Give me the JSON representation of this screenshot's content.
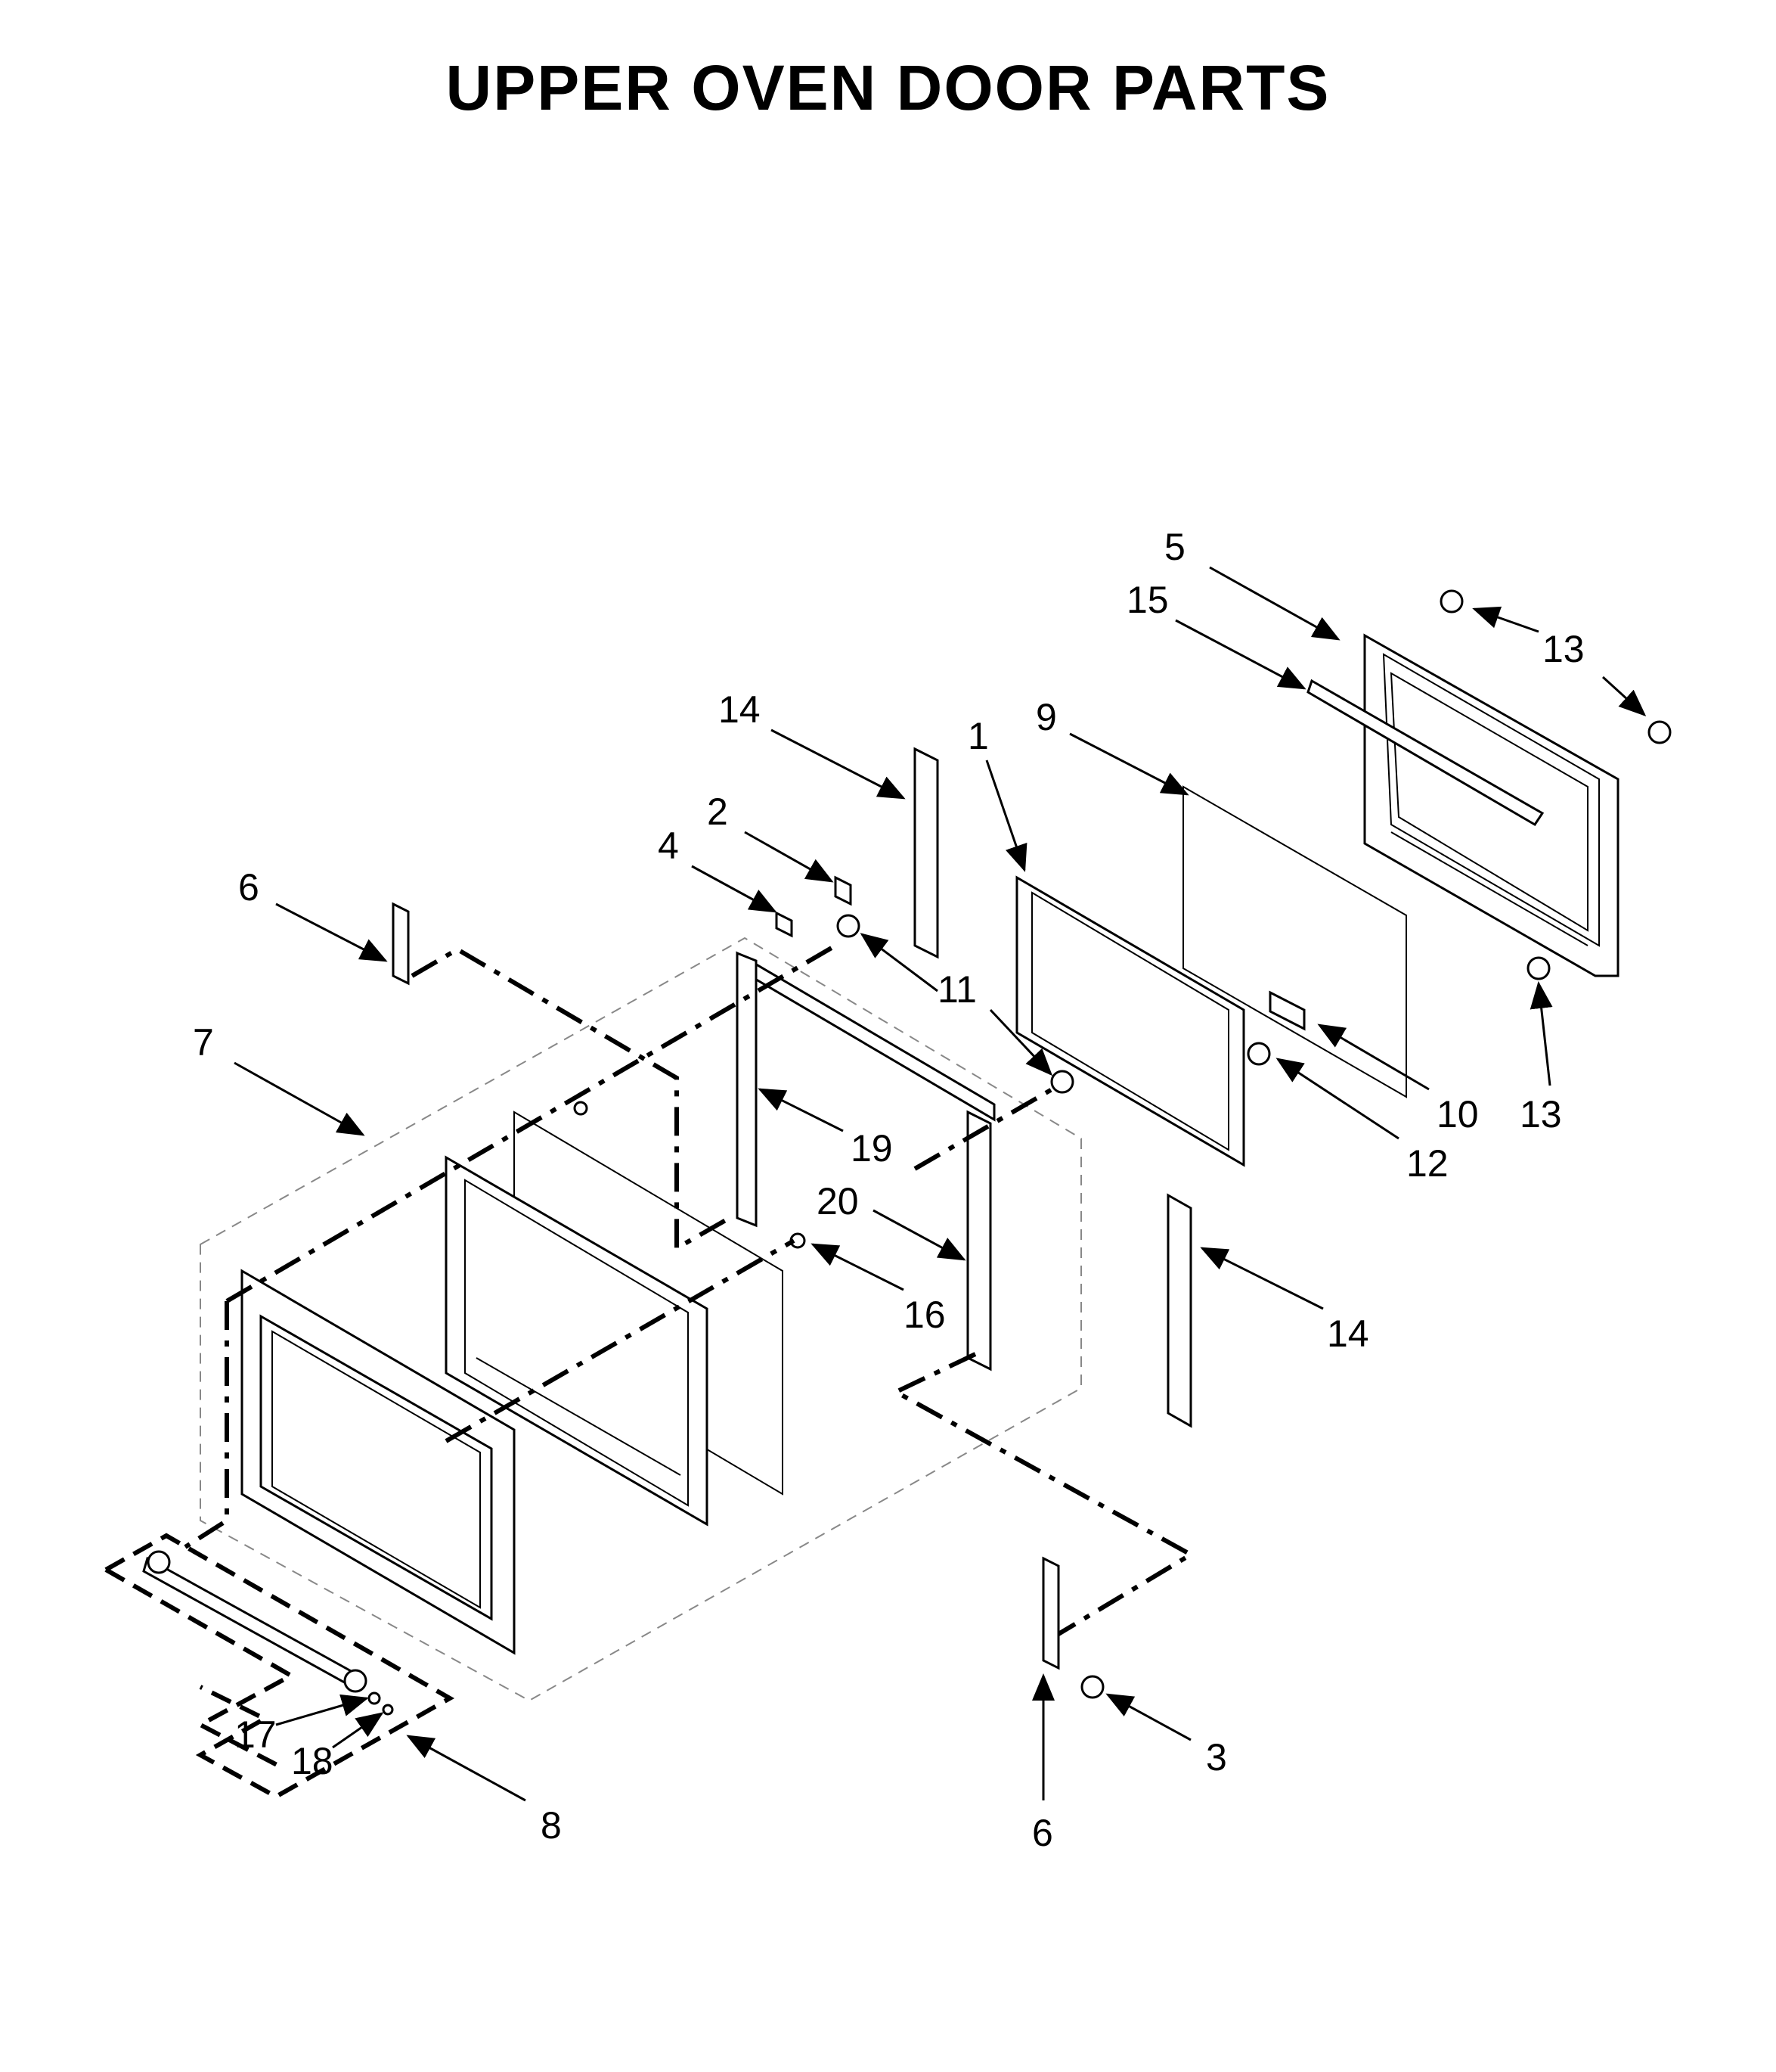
{
  "title": "UPPER OVEN DOOR PARTS",
  "callouts": [
    {
      "id": "c5",
      "label": "5"
    },
    {
      "id": "c15",
      "label": "15"
    },
    {
      "id": "c13a",
      "label": "13"
    },
    {
      "id": "c14a",
      "label": "14"
    },
    {
      "id": "c1",
      "label": "1"
    },
    {
      "id": "c9",
      "label": "9"
    },
    {
      "id": "c2",
      "label": "2"
    },
    {
      "id": "c4",
      "label": "4"
    },
    {
      "id": "c6a",
      "label": "6"
    },
    {
      "id": "c11",
      "label": "11"
    },
    {
      "id": "c7",
      "label": "7"
    },
    {
      "id": "c10",
      "label": "10"
    },
    {
      "id": "c13b",
      "label": "13"
    },
    {
      "id": "c19",
      "label": "19"
    },
    {
      "id": "c12",
      "label": "12"
    },
    {
      "id": "c20",
      "label": "20"
    },
    {
      "id": "c16",
      "label": "16"
    },
    {
      "id": "c14b",
      "label": "14"
    },
    {
      "id": "c17",
      "label": "17"
    },
    {
      "id": "c18",
      "label": "18"
    },
    {
      "id": "c3",
      "label": "3"
    },
    {
      "id": "c8",
      "label": "8"
    },
    {
      "id": "c6b",
      "label": "6"
    }
  ]
}
